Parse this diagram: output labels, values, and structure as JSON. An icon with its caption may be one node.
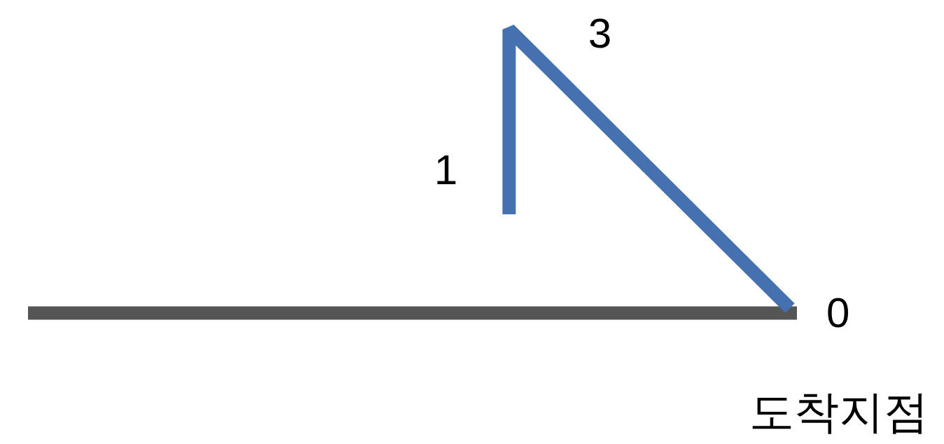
{
  "diagram": {
    "labels": [
      "3",
      "1",
      "0",
      "도착지점"
    ]
  }
}
